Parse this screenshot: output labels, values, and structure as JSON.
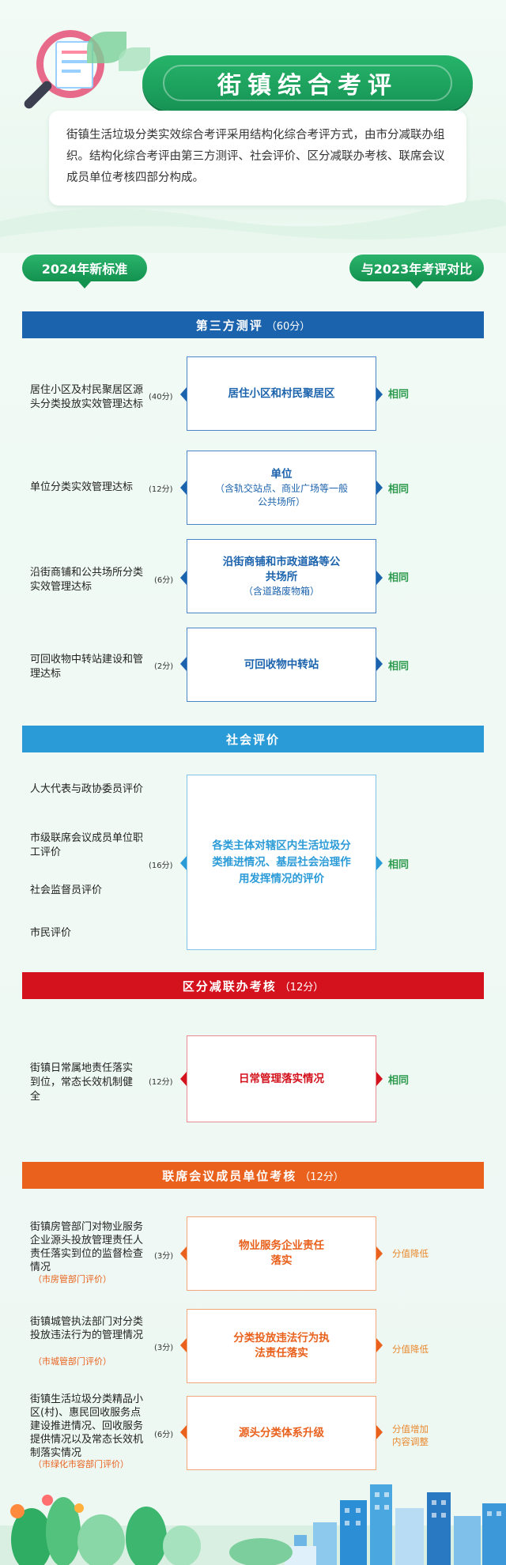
{
  "header": {
    "title": "街镇综合考评",
    "intro": "街镇生活垃圾分类实效综合考评采用结构化综合考评方式，由市分减联办组织。结构化综合考评由第三方测评、社会评价、区分减联办考核、联席会议成员单位考核四部分构成。"
  },
  "compare": {
    "left": "2024年新标准",
    "right": "与2023年考评对比"
  },
  "sections": {
    "s1": {
      "title": "第三方测评",
      "points": "（60分）",
      "color": "#1c63ad",
      "rows": [
        {
          "left": "居住小区及村民聚居区源头分类投放实效管理达标",
          "pts": "(40分)",
          "center": "居住小区和村民聚居区",
          "center_sub": "",
          "result": "相同"
        },
        {
          "left": "单位分类实效管理达标",
          "pts": "(12分)",
          "center": "单位",
          "center_sub": "（含轨交站点、商业广场等一般公共场所）",
          "result": "相同"
        },
        {
          "left": "沿街商铺和公共场所分类实效管理达标",
          "pts": "(6分)",
          "center": "沿街商铺和市政道路等公共场所",
          "center_sub": "（含道路废物箱）",
          "result": "相同"
        },
        {
          "left": "可回收物中转站建设和管理达标",
          "pts": "(2分)",
          "center": "可回收物中转站",
          "center_sub": "",
          "result": "相同"
        }
      ]
    },
    "s2": {
      "title": "社会评价",
      "points": "",
      "color": "#2b9bd8",
      "items": [
        "人大代表与政协委员评价",
        "市级联席会议成员单位职工评价",
        "社会监督员评价",
        "市民评价"
      ],
      "pts": "(16分)",
      "center": "各类主体对辖区内生活垃圾分类推进情况、基层社会治理作用发挥情况的评价",
      "result": "相同"
    },
    "s3": {
      "title": "区分减联办考核",
      "points": "（12分）",
      "color": "#d3121d",
      "left": "街镇日常属地责任落实到位，常态长效机制健全",
      "pts": "(12分)",
      "center": "日常管理落实情况",
      "result": "相同"
    },
    "s4": {
      "title": "联席会议成员单位考核",
      "points": "（12分）",
      "color": "#e9611c",
      "rows": [
        {
          "left": "街镇房管部门对物业服务企业源头投放管理责任人责任落实到位的监督检查情况",
          "note": "（市房管部门评价）",
          "pts": "(3分)",
          "center": "物业服务企业责任落实",
          "result1": "分值降低",
          "result2": ""
        },
        {
          "left": "街镇城管执法部门对分类投放违法行为的管理情况",
          "note": "（市城管部门评价）",
          "pts": "(3分)",
          "center": "分类投放违法行为执法责任落实",
          "result1": "分值降低",
          "result2": ""
        },
        {
          "left": "街镇生活垃圾分类精品小区(村)、惠民回收服务点建设推进情况、回收服务提供情况以及常态长效机制落实情况",
          "note": "（市绿化市容部门评价）",
          "pts": "(6分)",
          "center": "源头分类体系升级",
          "result1": "分值增加",
          "result2": "内容调整"
        }
      ]
    }
  },
  "colors": {
    "green": "#1a9a55",
    "blue": "#1c63ad",
    "lightblue": "#2b9bd8",
    "red": "#d3121d",
    "orange": "#e9611c",
    "result_green": "#2e9b4f",
    "result_orange": "#e8892f"
  }
}
